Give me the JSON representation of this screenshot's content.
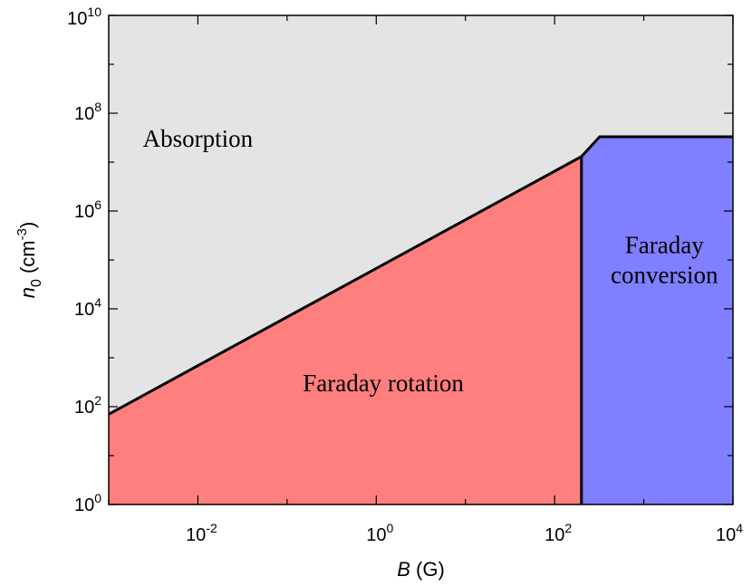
{
  "chart_data": {
    "type": "area",
    "title": "",
    "xlabel": {
      "var": "B",
      "unit": " (G)"
    },
    "ylabel": {
      "var": "n",
      "sub": "0",
      "unit_pre": " (cm",
      "unit_sup": "-3",
      "unit_post": ")"
    },
    "x_scale": "log",
    "y_scale": "log",
    "xlim": [
      0.001,
      10000
    ],
    "ylim": [
      1,
      10000000000
    ],
    "grid": false,
    "x_ticks": [
      {
        "value": 0.01,
        "base": "10",
        "exp": "-2"
      },
      {
        "value": 1,
        "base": "10",
        "exp": "0"
      },
      {
        "value": 100,
        "base": "10",
        "exp": "2"
      },
      {
        "value": 10000,
        "base": "10",
        "exp": "4"
      }
    ],
    "y_ticks": [
      {
        "value": 1,
        "base": "10",
        "exp": "0"
      },
      {
        "value": 100,
        "base": "10",
        "exp": "2"
      },
      {
        "value": 10000,
        "base": "10",
        "exp": "4"
      },
      {
        "value": 1000000,
        "base": "10",
        "exp": "6"
      },
      {
        "value": 100000000,
        "base": "10",
        "exp": "8"
      },
      {
        "value": 10000000000,
        "base": "10",
        "exp": "10"
      }
    ],
    "regions": [
      {
        "name": "Absorption",
        "color": "#e4e4e4"
      },
      {
        "name": "Faraday rotation",
        "color": "#ff7f7f"
      },
      {
        "name": "Faraday conversion",
        "color": "#7f7fff"
      }
    ],
    "boundaries": {
      "rotation_line": [
        [
          0.001,
          70
        ],
        [
          200,
          13000000
        ]
      ],
      "vertical_B": 200,
      "conversion_top": [
        [
          200,
          13000000
        ],
        [
          320,
          33000000
        ],
        [
          10000,
          33000000
        ]
      ]
    },
    "annotations": [
      {
        "lines": [
          "Absorption"
        ],
        "x": 0.01,
        "y": 30000000
      },
      {
        "lines": [
          "Faraday rotation"
        ],
        "x": 1.2,
        "y": 300
      },
      {
        "lines": [
          "Faraday",
          "conversion"
        ],
        "x": 1700,
        "y": 100000
      }
    ]
  }
}
